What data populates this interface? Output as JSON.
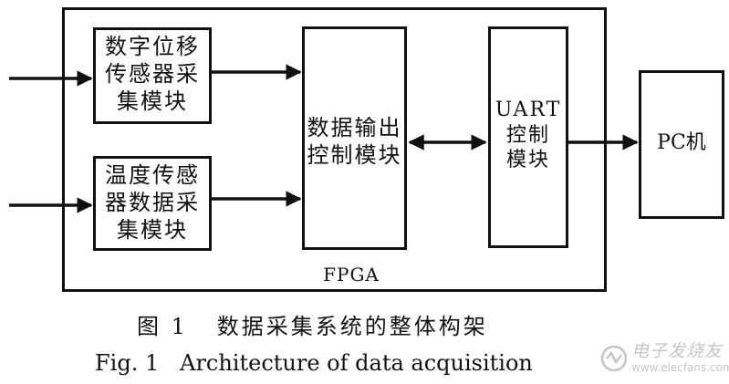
{
  "diagram": {
    "outer_block_label": "FPGA",
    "blocks": {
      "displacement_sensor": "数字位移\n传感器采\n集模块",
      "temperature_sensor": "温度传感\n器数据采\n集模块",
      "output_control": "数据输出\n控制模块",
      "uart_control": "UART\n控制\n模块",
      "pc": "PC机"
    }
  },
  "caption": {
    "zh": "图 1   数据采集系统的整体构架",
    "en": "Fig. 1   Architecture of data acquisition"
  },
  "watermark": {
    "brand": "电子发烧友",
    "url": "www.elecfans.com",
    "color": "#c6c6c6"
  }
}
